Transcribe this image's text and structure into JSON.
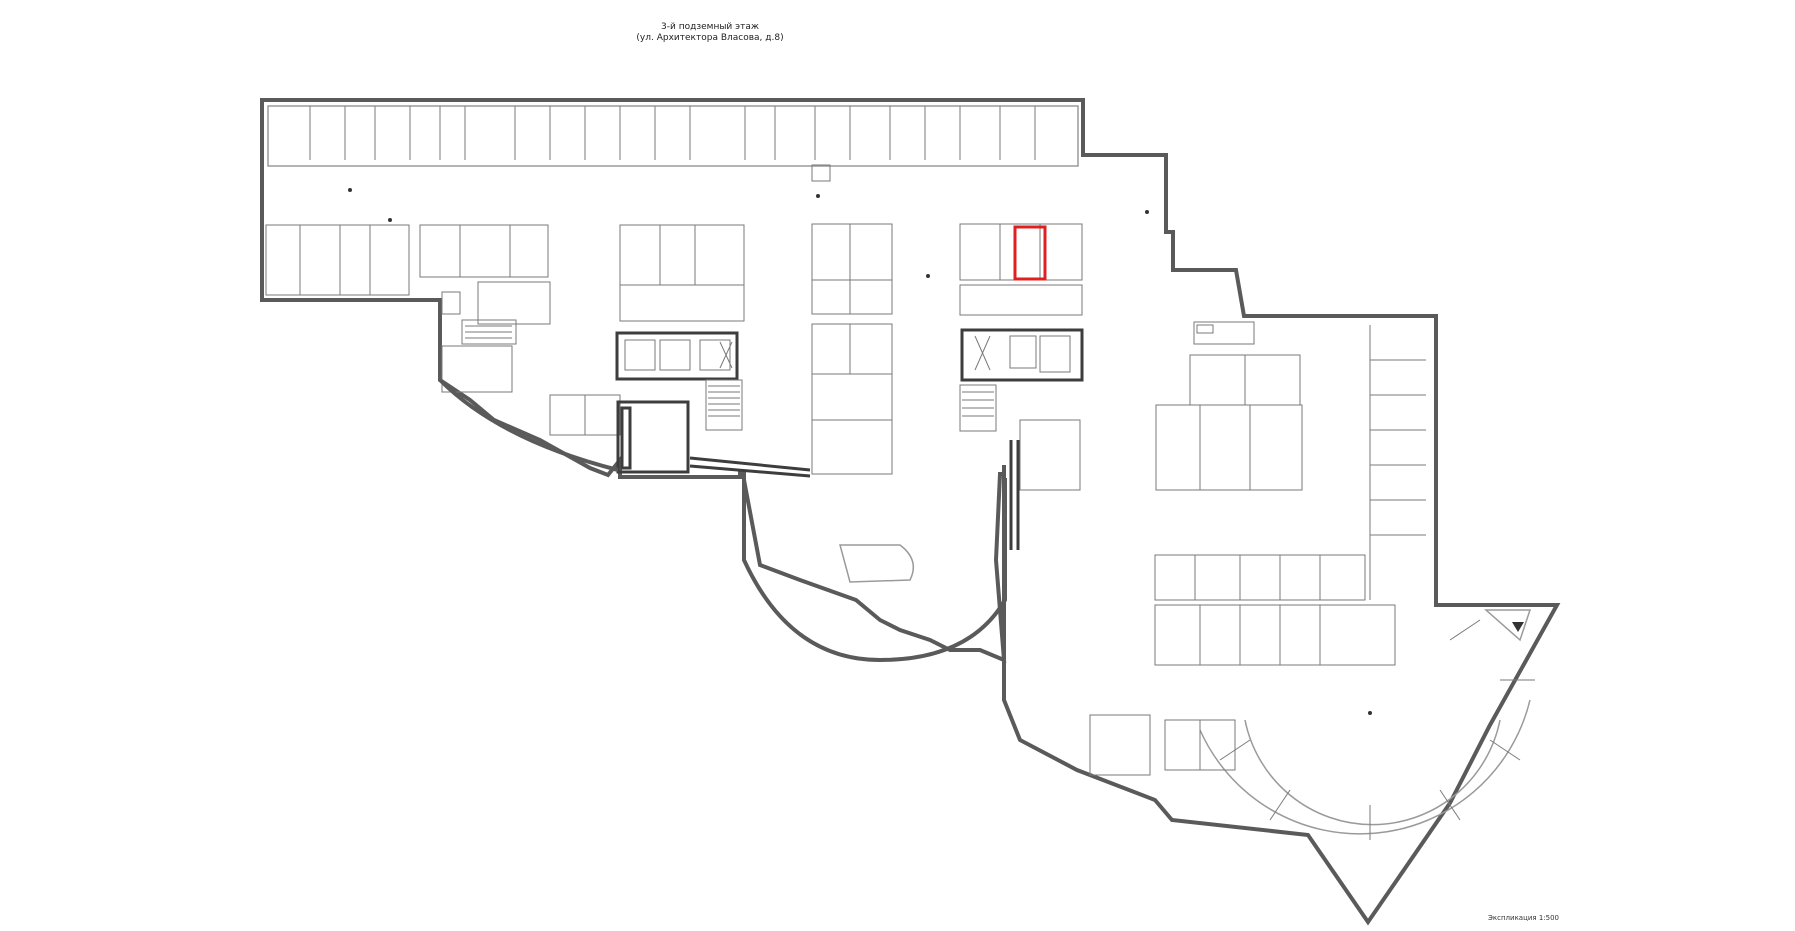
{
  "header": {
    "line1": "3-й подземный этаж",
    "line2": "(ул. Архитектора Власова, д.8)"
  },
  "footer": {
    "scale": "Экспликация 1:500"
  },
  "colors": {
    "wall": "#5a5a5a",
    "highlight": "#e02020",
    "background": "#ffffff"
  },
  "highlight": {
    "description_icon": "selected-parking-space"
  }
}
